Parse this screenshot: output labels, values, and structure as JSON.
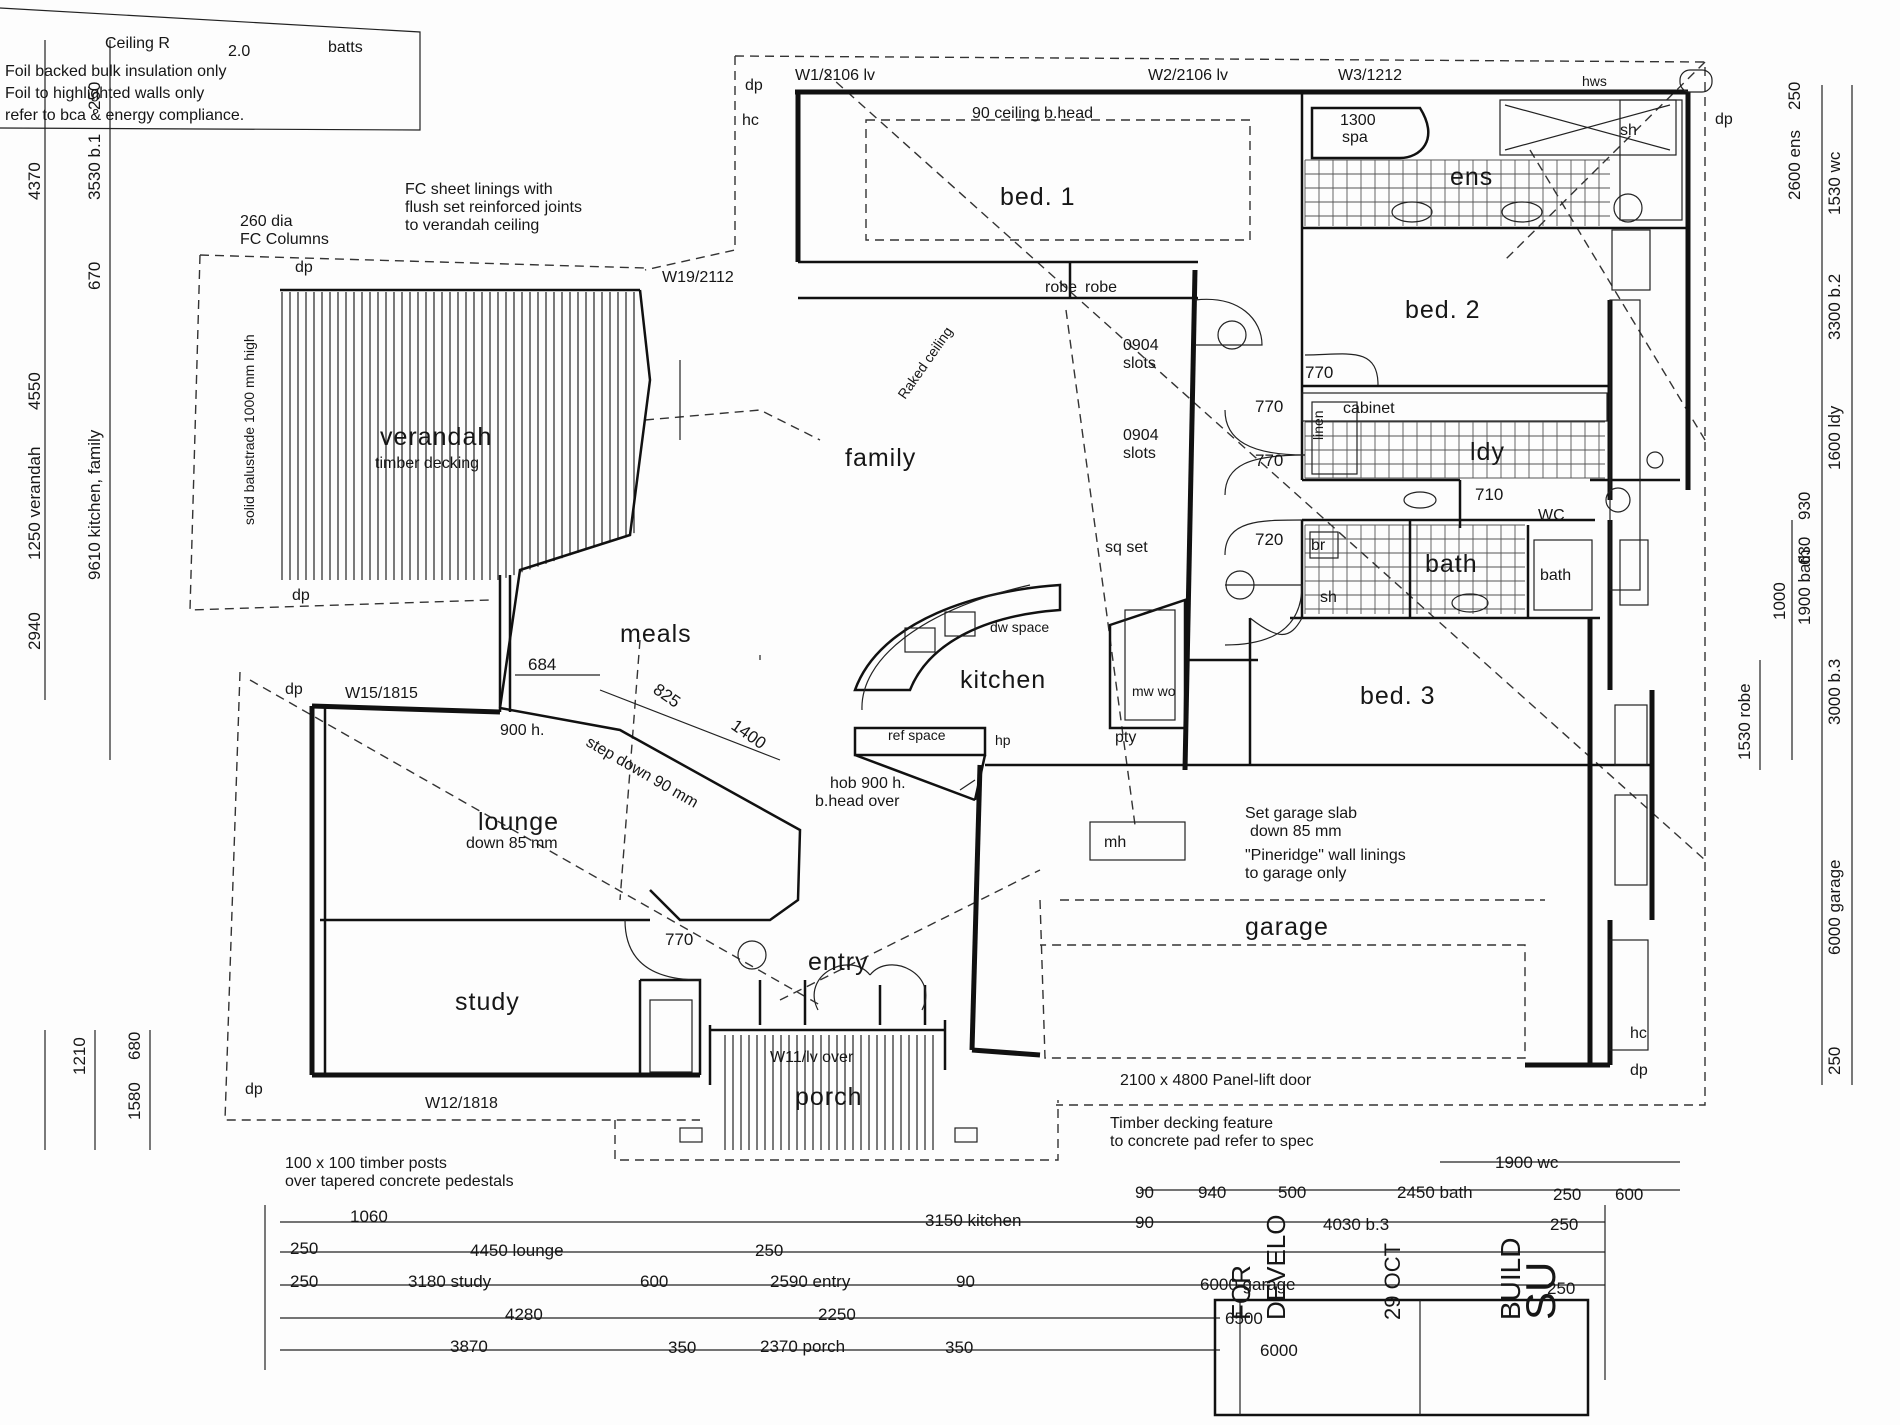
{
  "rooms": {
    "bed1": "bed. 1",
    "bed2": "bed. 2",
    "bed3": "bed. 3",
    "ens": "ens",
    "family": "family",
    "meals": "meals",
    "kitchen": "kitchen",
    "lounge": "lounge",
    "lounge_sub": "down 85 mm",
    "study": "study",
    "entry": "entry",
    "porch": "porch",
    "garage": "garage",
    "verandah": "verandah",
    "verandah_sub": "timber decking",
    "ldy": "ldy",
    "wc": "WC",
    "bath": "bath",
    "pty": "pty",
    "robe_left": "robe",
    "robe_right": "robe",
    "cabinet": "cabinet",
    "br": "br",
    "sh_ens": "sh",
    "sh_bath": "sh",
    "bath_tub": "bath",
    "spa_size": "1300",
    "spa": "spa",
    "linen": "linen",
    "hws": "hws",
    "mw_wo": "mw wo",
    "ref_space": "ref space",
    "hp": "hp",
    "dw_space": "dw space",
    "mh": "mh"
  },
  "windows": [
    "W1/2106 lv",
    "W2/2106 lv",
    "W3/1212",
    "W19/2112",
    "W15/1815",
    "W12/1818",
    "W11/lv over"
  ],
  "notes": {
    "ceiling_line1_a": "Ceiling R",
    "ceiling_line1_b": "2.0",
    "ceiling_line1_c": "batts",
    "ceiling_line2": "Foil backed bulk insulation only",
    "ceiling_line3": "Foil to highlighted walls only",
    "ceiling_line4": "refer to bca & energy compliance.",
    "fc_sheet_1": "FC sheet linings with",
    "fc_sheet_2": "flush set reinforced joints",
    "fc_sheet_3": "to verandah ceiling",
    "columns_1": "260 dia",
    "columns_2": "FC Columns",
    "ceiling_bhead": "90 ceiling b.head",
    "slots_1_a": "0904",
    "slots_1_b": "slots",
    "slots_2_a": "0904",
    "slots_2_b": "slots",
    "sq_set": "sq set",
    "raked_ceiling": "Raked ceiling",
    "h900": "900 h.",
    "step_down": "step down 90 mm",
    "hob_1": "hob 900 h.",
    "hob_2": "b.head over",
    "garage_1": "Set garage slab",
    "garage_2": "down 85 mm",
    "garage_3": "\"Pineridge\" wall linings",
    "garage_4": "to garage only",
    "panel_door": "2100 x 4800 Panel-lift door",
    "decking_1": "Timber decking feature",
    "decking_2": "to concrete pad refer to spec",
    "posts_1": "100 x 100 timber posts",
    "posts_2": "over tapered concrete pedestals",
    "balustrade": "solid balustrade 1000 mm high",
    "dp1": "dp",
    "dp2": "dp",
    "dp3": "dp",
    "dp4": "dp",
    "dp5": "dp",
    "dp6": "dp",
    "dp7": "dp",
    "hc1": "hc",
    "hc2": "hc"
  },
  "dimensions": {
    "d684": "684",
    "d825": "825",
    "d1400": "1400",
    "d770_a": "770",
    "d770_b": "770",
    "d770_c": "770",
    "d770_d": "770",
    "d720": "720",
    "d710": "710",
    "d1060": "1060",
    "d4450": "4450 lounge",
    "d250_a": "250",
    "d250_b": "250",
    "d250_c": "250",
    "d250_d": "250",
    "d250_e": "250",
    "d250_f": "250",
    "d3180": "3180 study",
    "d600_a": "600",
    "d2590": "2590 entry",
    "d90_a": "90",
    "d6000g": "6000 garage",
    "d4280": "4280",
    "d2250": "2250",
    "d6500": "6500",
    "d3870": "3870",
    "d350_a": "350",
    "d2370": "2370 porch",
    "d350_b": "350",
    "d6000": "6000",
    "d3150": "3150 kitchen",
    "d90_b": "90",
    "d90_c": "90",
    "d940": "940",
    "d500": "500",
    "d2450": "2450 bath",
    "d600_b": "600",
    "d4030": "4030 b.3",
    "d1900wc": "1900 wc",
    "r250_a": "250",
    "r2600": "2600 ens",
    "r1530wc": "1530 wc",
    "r3300": "3300 b.2",
    "r1600": "1600 ldy",
    "r930": "930",
    "r1000": "1000",
    "r630": "630",
    "r1900bath": "1900 bath",
    "r1530robe": "1530 robe",
    "r3000": "3000 b.3",
    "r6000garage": "6000 garage",
    "r250_b": "250",
    "l250": "250",
    "l4370": "4370",
    "l3530": "3530 b.1",
    "l670": "670",
    "l4550": "4550",
    "l1250": "1250 verandah",
    "l9610": "9610 kitchen, family",
    "l2940": "2940",
    "l1210": "1210",
    "l680": "680",
    "l1580": "1580"
  },
  "title_block": {
    "su": "SU",
    "build": "BUILD",
    "devel": "DEVELO",
    "for": "FOR",
    "date": "29 OCT"
  }
}
